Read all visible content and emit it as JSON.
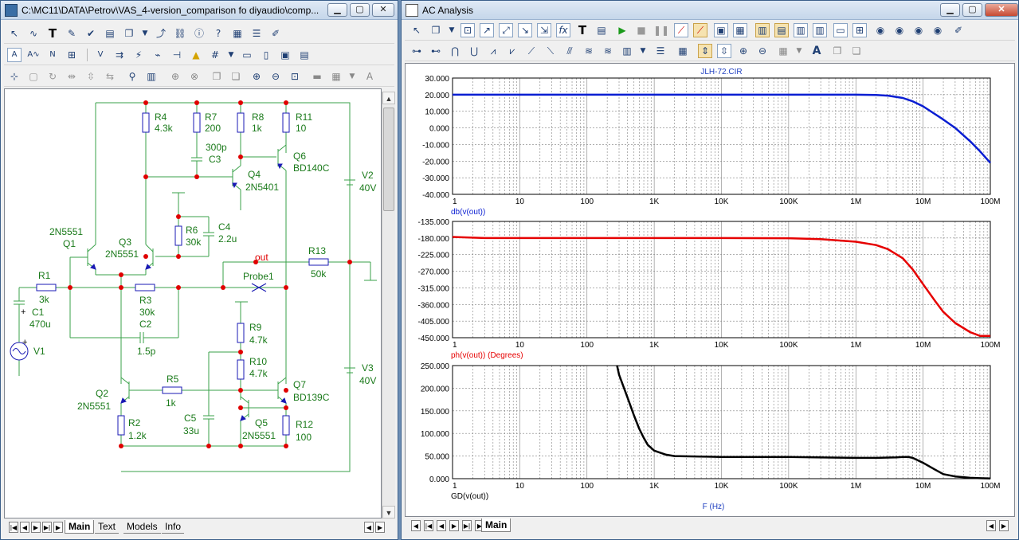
{
  "schematic_window": {
    "title": "C:\\MC11\\DATA\\Petrov\\VAS_4-version_comparison fo diyaudio\\comp...",
    "tabs": [
      "Main",
      "Text",
      "Models",
      "Info"
    ],
    "active_tab": "Main",
    "components": {
      "r4": {
        "name": "R4",
        "value": "4.3k"
      },
      "r7": {
        "name": "R7",
        "value": "200"
      },
      "r8": {
        "name": "R8",
        "value": "1k"
      },
      "r11": {
        "name": "R11",
        "value": "10"
      },
      "c3": {
        "name": "C3",
        "value": "300p"
      },
      "q4": {
        "name": "Q4",
        "model": "2N5401"
      },
      "q6": {
        "name": "Q6",
        "model": "BD140C"
      },
      "v2": {
        "name": "V2",
        "value": "40V"
      },
      "c4": {
        "name": "C4",
        "value": "2.2u"
      },
      "r6": {
        "name": "R6",
        "value": "30k"
      },
      "q1": {
        "name": "Q1",
        "model": "2N5551"
      },
      "q3": {
        "name": "Q3",
        "model": "2N5551"
      },
      "out": "out",
      "r13": {
        "name": "R13",
        "value": "50k"
      },
      "probe1": "Probe1",
      "r1": {
        "name": "R1",
        "value": "3k"
      },
      "c1": {
        "name": "C1",
        "value": "470u"
      },
      "v1": {
        "name": "V1"
      },
      "r3": {
        "name": "R3",
        "value": "30k"
      },
      "c2": {
        "name": "C2",
        "value": "1.5p"
      },
      "r9": {
        "name": "R9",
        "value": "4.7k"
      },
      "r10": {
        "name": "R10",
        "value": "4.7k"
      },
      "v3": {
        "name": "V3",
        "value": "40V"
      },
      "q2": {
        "name": "Q2",
        "model": "2N5551"
      },
      "r5": {
        "name": "R5",
        "value": "1k"
      },
      "c5": {
        "name": "C5",
        "value": "33u"
      },
      "q5": {
        "name": "Q5",
        "model": "2N5551"
      },
      "q7": {
        "name": "Q7",
        "model": "BD139C"
      },
      "r2": {
        "name": "R2",
        "value": "1.2k"
      },
      "r12": {
        "name": "R12",
        "value": "100"
      }
    }
  },
  "analysis_window": {
    "title": "AC Analysis",
    "tabs": [
      "Main"
    ],
    "circuit_name": "JLH-72.CIR",
    "x_axis_label": "F (Hz)",
    "x_tick_labels": [
      "1",
      "10",
      "100",
      "1K",
      "10K",
      "100K",
      "1M",
      "10M",
      "100M"
    ],
    "colors": {
      "magnitude": "#0a1ed2",
      "phase": "#e60000",
      "group_delay": "#000000",
      "grid": "#808080"
    }
  },
  "chart_data": [
    {
      "type": "line",
      "xlabel": "db(v(out))",
      "x_scale": "log",
      "xlim": [
        1,
        100000000
      ],
      "ylim": [
        -40,
        30
      ],
      "y_tick_labels": [
        "30.000",
        "20.000",
        "10.000",
        "0.000",
        "-10.000",
        "-20.000",
        "-30.000",
        "-40.000"
      ],
      "series": [
        {
          "x": [
            1,
            10,
            100,
            1000,
            10000,
            100000,
            1000000,
            2000000,
            3000000,
            5000000,
            7000000,
            10000000,
            20000000,
            30000000,
            50000000,
            70000000,
            100000000
          ],
          "y": [
            20,
            20,
            20,
            20,
            20,
            20,
            20,
            19.8,
            19.4,
            18,
            16,
            13,
            5,
            0,
            -8,
            -14,
            -21
          ]
        }
      ]
    },
    {
      "type": "line",
      "xlabel": "ph(v(out)) (Degrees)",
      "x_scale": "log",
      "xlim": [
        1,
        100000000
      ],
      "ylim": [
        -450,
        -135
      ],
      "y_tick_labels": [
        "-135.000",
        "-180.000",
        "-225.000",
        "-270.000",
        "-315.000",
        "-360.000",
        "-405.000",
        "-450.000"
      ],
      "series": [
        {
          "x": [
            1,
            3,
            10,
            100,
            1000,
            10000,
            100000,
            300000,
            1000000,
            2000000,
            3000000,
            5000000,
            7000000,
            10000000,
            15000000,
            20000000,
            30000000,
            50000000,
            70000000,
            100000000
          ],
          "y": [
            -177,
            -180,
            -180,
            -180,
            -180,
            -180,
            -180.5,
            -183,
            -190,
            -199,
            -210,
            -235,
            -265,
            -305,
            -350,
            -380,
            -410,
            -435,
            -445,
            -445
          ]
        }
      ]
    },
    {
      "type": "line",
      "xlabel": "GD(v(out))",
      "x_scale": "log",
      "xlim": [
        1,
        100000000
      ],
      "ylim": [
        0,
        250
      ],
      "y_tick_labels": [
        "250.000",
        "200.000",
        "150.000",
        "100.000",
        "50.000",
        "0.000"
      ],
      "series": [
        {
          "x": [
            280,
            300,
            400,
            500,
            600,
            700,
            800,
            1000,
            1500,
            2000,
            5000,
            10000,
            100000,
            1000000,
            2000000,
            4000000,
            5000000,
            6000000,
            7000000,
            10000000,
            15000000,
            20000000,
            30000000,
            50000000,
            70000000,
            100000000
          ],
          "y": [
            250,
            230,
            180,
            140,
            110,
            90,
            75,
            62,
            53,
            50,
            49,
            48,
            48,
            46,
            46,
            47,
            48,
            48,
            46,
            35,
            20,
            10,
            5,
            2,
            1,
            0.5
          ]
        }
      ]
    }
  ]
}
